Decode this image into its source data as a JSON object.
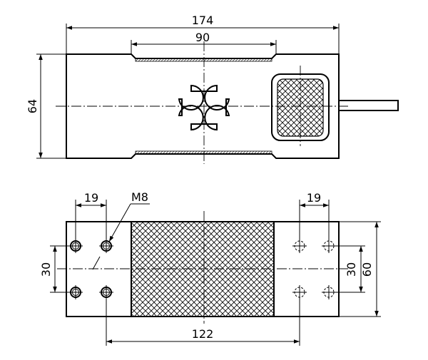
{
  "dimensions": {
    "top_overall_width": "174",
    "top_recess_width": "90",
    "top_height": "64",
    "thread_label": "M8",
    "hole_spacing_left": "19",
    "hole_spacing_right": "19",
    "hole_spacing_vertical_left": "30",
    "hole_spacing_vertical_right": "30",
    "bottom_height": "60",
    "mount_spacing": "122"
  }
}
